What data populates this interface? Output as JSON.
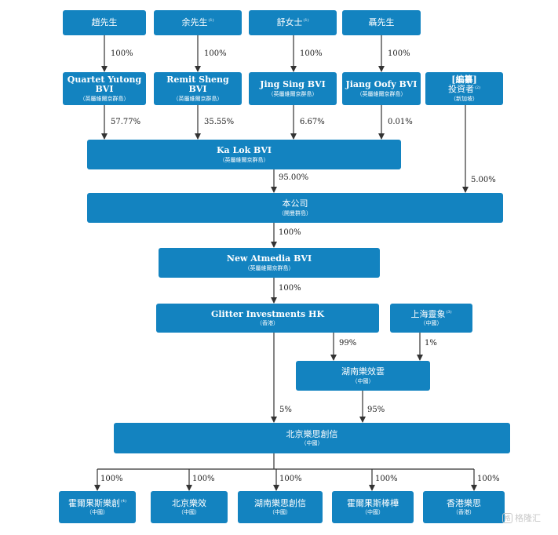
{
  "colors": {
    "box": "#1383c0",
    "line": "#333333",
    "text": "#ffffff"
  },
  "persons": {
    "zhao": {
      "name": "趙先生",
      "note": ""
    },
    "yu": {
      "name": "余先生",
      "note": "(1)"
    },
    "shu": {
      "name": "舒女士",
      "note": "(1)"
    },
    "nie": {
      "name": "聶先生",
      "note": ""
    }
  },
  "bvi": {
    "quartet": {
      "name_1": "Quartet Yutong",
      "name_2": "BVI",
      "jurisdiction": "（英屬維爾京群島）"
    },
    "remit": {
      "name_1": "Remit Sheng",
      "name_2": "BVI",
      "jurisdiction": "（英屬維爾京群島）"
    },
    "jingsing": {
      "name_1": "Jing Sing BVI",
      "jurisdiction": "（英屬維爾京群島）"
    },
    "jiangoofy": {
      "name_1": "Jiang Oofy BVI",
      "jurisdiction": "（英屬維爾京群島）"
    },
    "investor": {
      "name_1": "[編纂]",
      "name_2": "投資者",
      "note": "(2)",
      "jurisdiction": "（新加坡）"
    }
  },
  "kalok": {
    "name": "Ka Lok BVI",
    "jurisdiction": "（英屬維爾京群島）"
  },
  "company": {
    "name": "本公司",
    "jurisdiction": "（開曼群島）"
  },
  "newatmedia": {
    "name": "New Atmedia BVI",
    "jurisdiction": "（英屬維爾京群島）"
  },
  "glitter": {
    "name": "Glitter Investments HK",
    "jurisdiction": "（香港）"
  },
  "shanghai": {
    "name": "上海靈象",
    "note": "(3)",
    "jurisdiction": "（中國）"
  },
  "hunanyun": {
    "name": "湖南樂效雲",
    "jurisdiction": "（中國）"
  },
  "beijing": {
    "name": "北京樂思創信",
    "jurisdiction": "（中國）"
  },
  "subsidiaries": [
    {
      "name": "霍爾果斯樂創",
      "note": "(4)",
      "jurisdiction": "（中國）"
    },
    {
      "name": "北京樂效",
      "note": "",
      "jurisdiction": "（中國）"
    },
    {
      "name": "湖南樂思創信",
      "note": "",
      "jurisdiction": "（中國）"
    },
    {
      "name": "霍爾果斯棒樺",
      "note": "",
      "jurisdiction": "（中國）"
    },
    {
      "name": "香港樂思",
      "note": "",
      "jurisdiction": "（香港）"
    }
  ],
  "edges": {
    "zhao_quartet": "100%",
    "yu_remit": "100%",
    "shu_jingsing": "100%",
    "nie_jiangoofy": "100%",
    "quartet_kalok": "57.77%",
    "remit_kalok": "35.55%",
    "jingsing_kalok": "6.67%",
    "jiangoofy_kalok": "0.01%",
    "kalok_company": "95.00%",
    "investor_company": "5.00%",
    "company_newatmedia": "100%",
    "newatmedia_glitter": "100%",
    "glitter_hunanyun": "99%",
    "shanghai_hunanyun": "1%",
    "glitter_beijing": "5%",
    "hunanyun_beijing": "95%",
    "beijing_subs": [
      "100%",
      "100%",
      "100%",
      "100%",
      "100%"
    ]
  },
  "watermark": {
    "icon": "格",
    "text": "格隆汇"
  }
}
